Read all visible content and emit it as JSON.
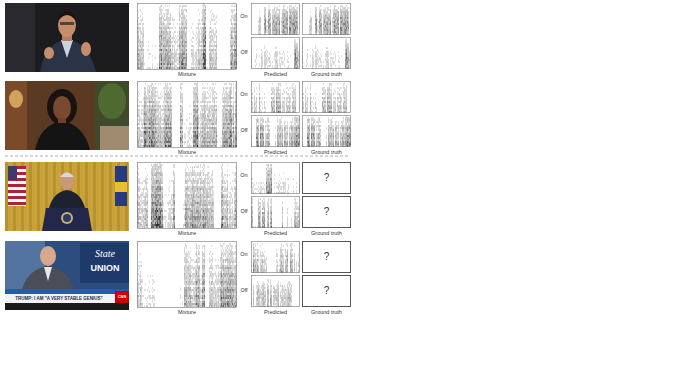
{
  "diagram": {
    "nodes": [
      {
        "text": [
          "?"
        ]
      },
      {
        "text": [
          "?"
        ]
      },
      {
        "text": [
          "?"
        ]
      },
      {
        "text": [
          "?"
        ]
      }
    ],
    "labels": [
      "On",
      "Off",
      "Mixture",
      "Predicted",
      "Ground truth",
      "On",
      "Off",
      "Mixture",
      "Predicted",
      "Ground truth",
      "On",
      "Off",
      "Mixture",
      "Predicted",
      "Ground truth",
      "On",
      "Off",
      "Mixture",
      "Predicted",
      "Ground truth",
      "State",
      "UNION",
      "CNN",
      "TRUMP: I AM \"A VERY STABLE GENIUS\""
    ]
  }
}
